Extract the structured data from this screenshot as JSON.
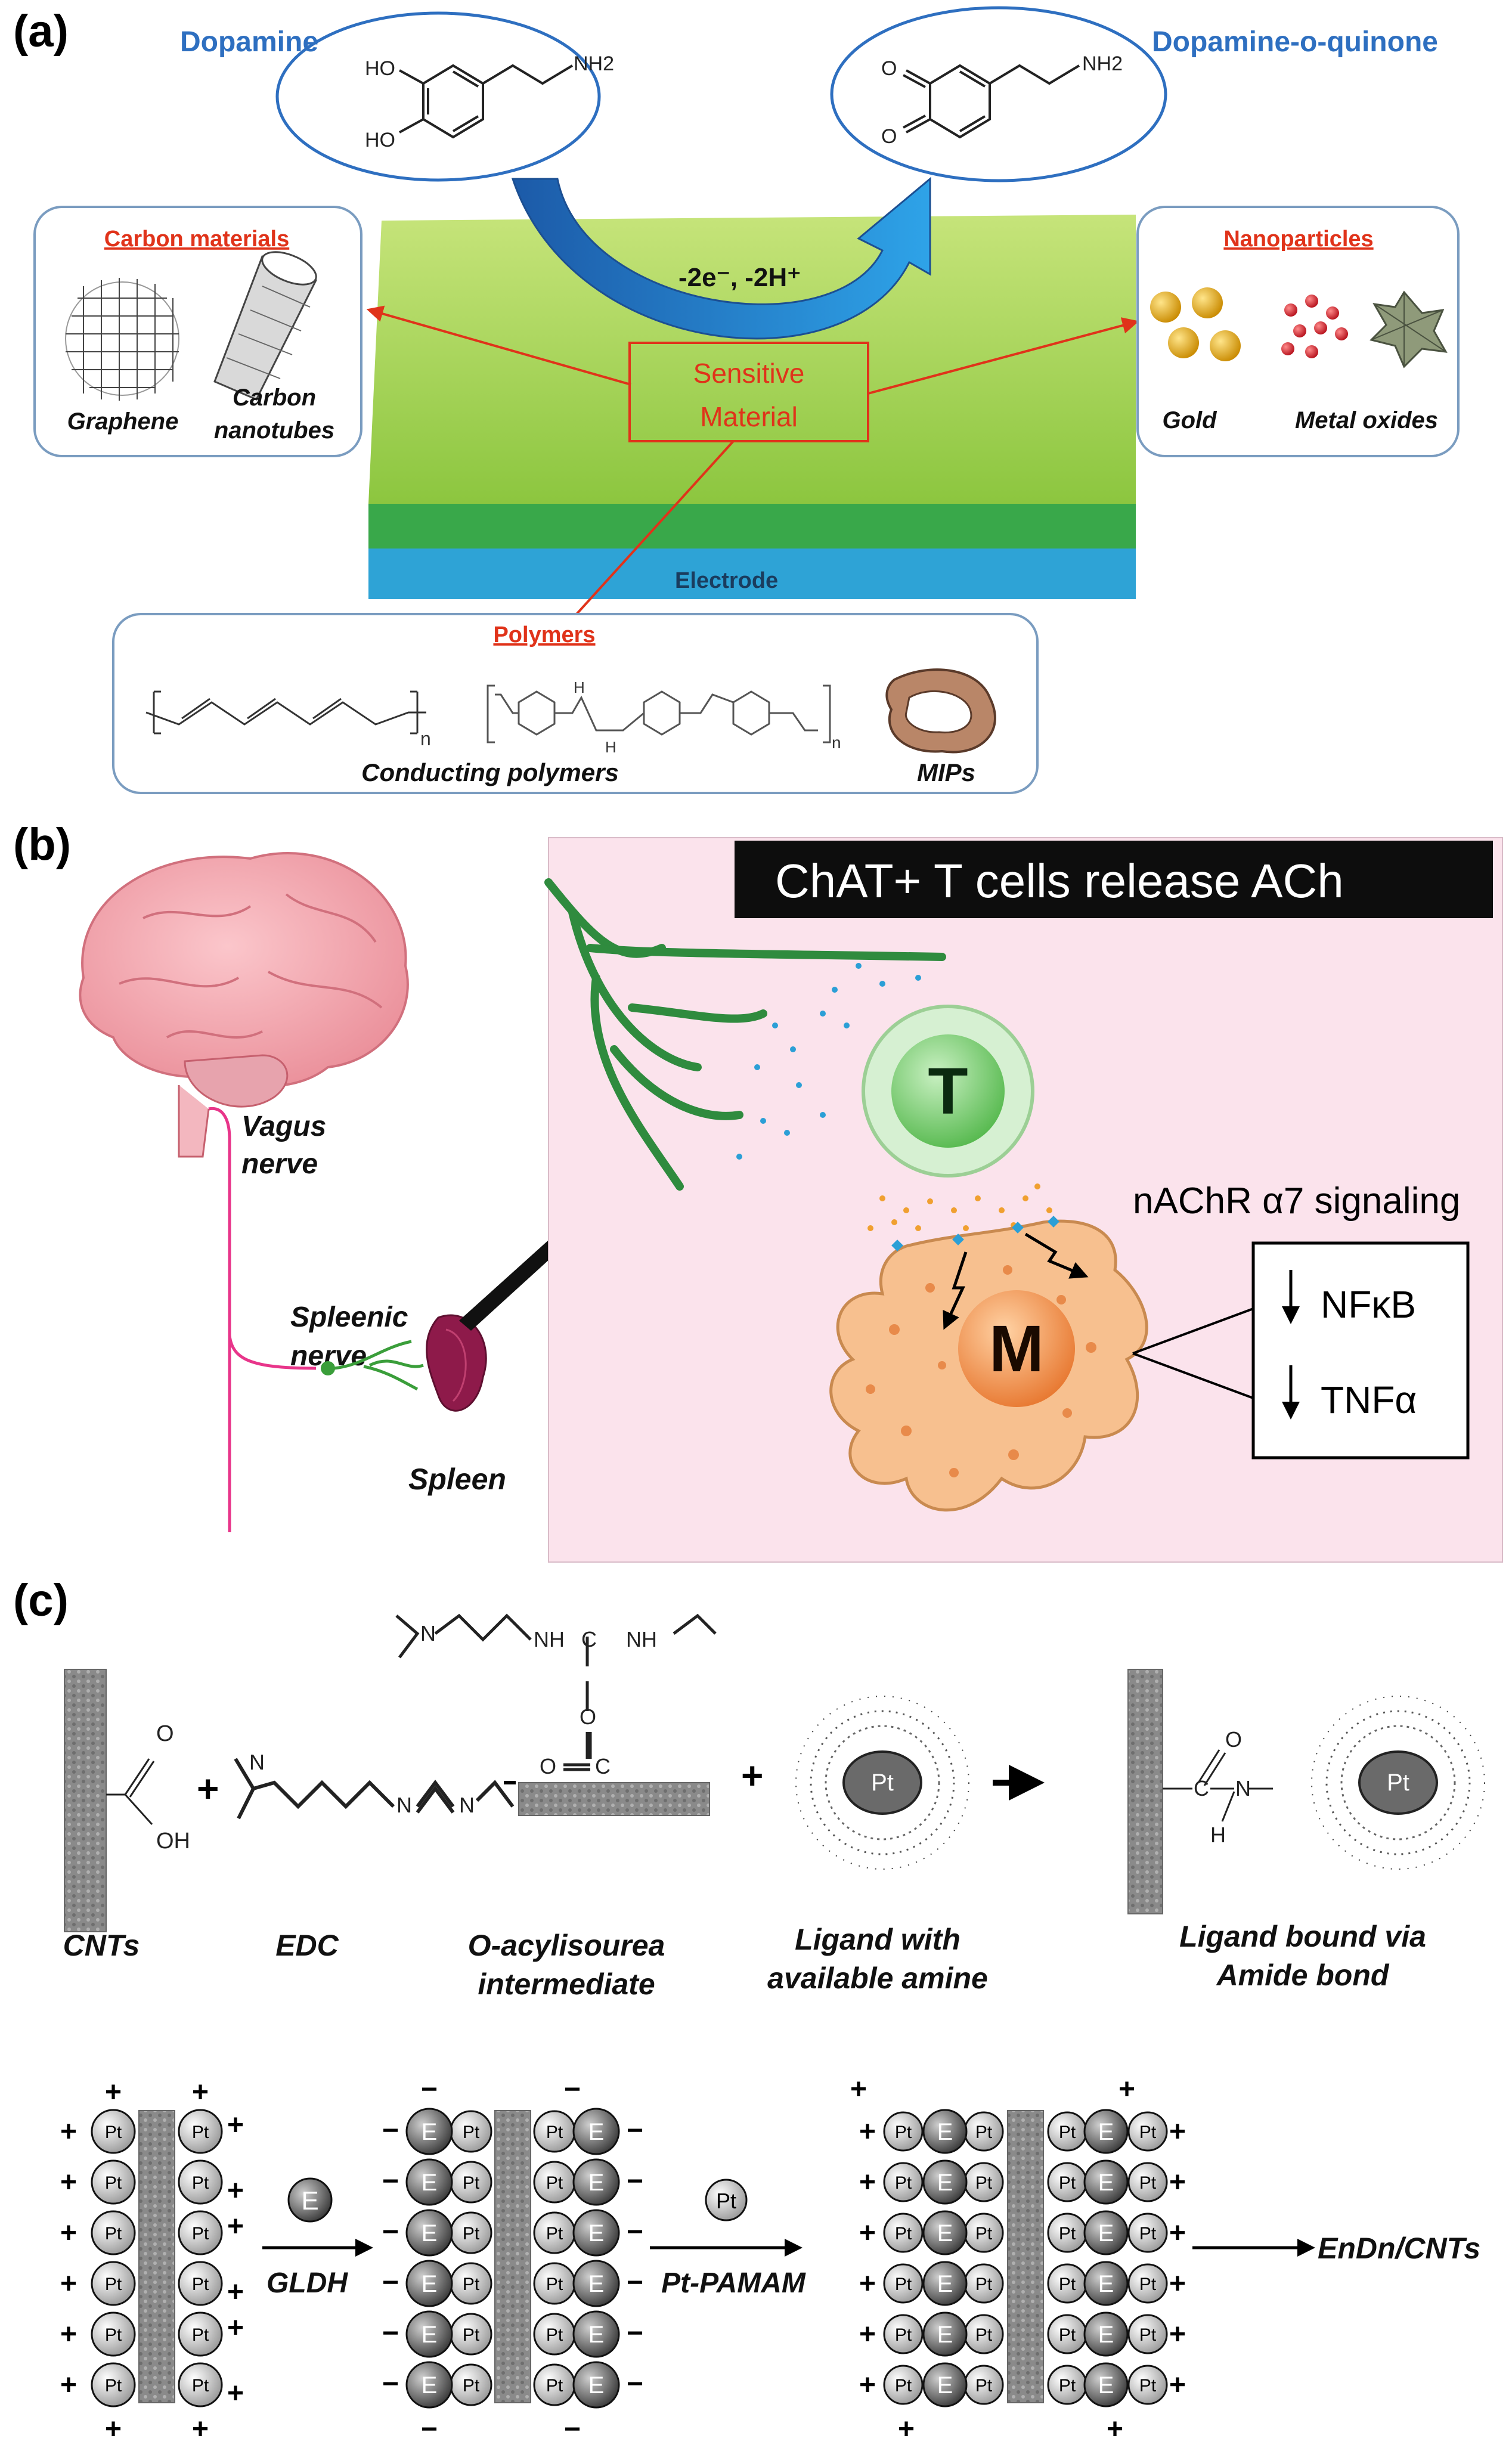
{
  "panel_a": {
    "label": "(a)",
    "dopamine": "Dopamine",
    "quinone": "Dopamine-o-quinone",
    "dopamine_groups": {
      "ho1": "HO",
      "ho2": "HO",
      "nh2": "NH2"
    },
    "quinone_groups": {
      "o1": "O",
      "o2": "O",
      "nh2": "NH2"
    },
    "reaction": "-2e⁻, -2H⁺",
    "sensitive_line1": "Sensitive",
    "sensitive_line2": "Material",
    "electrode": "Electrode",
    "carbon": {
      "title": "Carbon materials",
      "graphene": "Graphene",
      "cnt_line1": "Carbon",
      "cnt_line2": "nanotubes"
    },
    "nano": {
      "title": "Nanoparticles",
      "gold": "Gold",
      "metal_oxides": "Metal oxides"
    },
    "polymers": {
      "title": "Polymers",
      "conducting": "Conducting polymers",
      "mips": "MIPs",
      "sub_n1": "n",
      "nh_a": "H",
      "nh_b": "H",
      "sub_n2": "n"
    },
    "colors": {
      "blue_label": "#2e6fc0",
      "red_label": "#e0331a",
      "green_top": "#9ccf3a",
      "electrode": "#2ea3d6"
    }
  },
  "panel_b": {
    "label": "(b)",
    "title": "ChAT+ T cells release ACh",
    "vagus_line1": "Vagus",
    "vagus_line2": "nerve",
    "splenic_line1": "Spleenic",
    "splenic_line2": "nerve",
    "spleen": "Spleen",
    "t_cell": "T",
    "macrophage": "M",
    "signaling": "nAChR α7 signaling",
    "nfkb": "NFκB",
    "tnfa": "TNFα",
    "colors": {
      "background": "#fbe3ec",
      "t_cell": "#9fd89a",
      "macrophage": "#f7c08f"
    }
  },
  "panel_c": {
    "label": "(c)",
    "cnts": "CNTs",
    "edc": "EDC",
    "acyl_line1": "O-acylisourea",
    "acyl_line2": "intermediate",
    "ligand_line1": "Ligand with",
    "ligand_line2": "available amine",
    "bound_line1": "Ligand bound via",
    "bound_line2": "Amide bond",
    "pt": "Pt",
    "e": "E",
    "gldh": "GLDH",
    "pt_pamam": "Pt-PAMAM",
    "product": "EnDn/CNTs",
    "plus": "+",
    "minus": "−",
    "atoms": {
      "o": "O",
      "oh": "OH",
      "n": "N",
      "h": "H",
      "nh": "NH",
      "c": "C"
    }
  }
}
